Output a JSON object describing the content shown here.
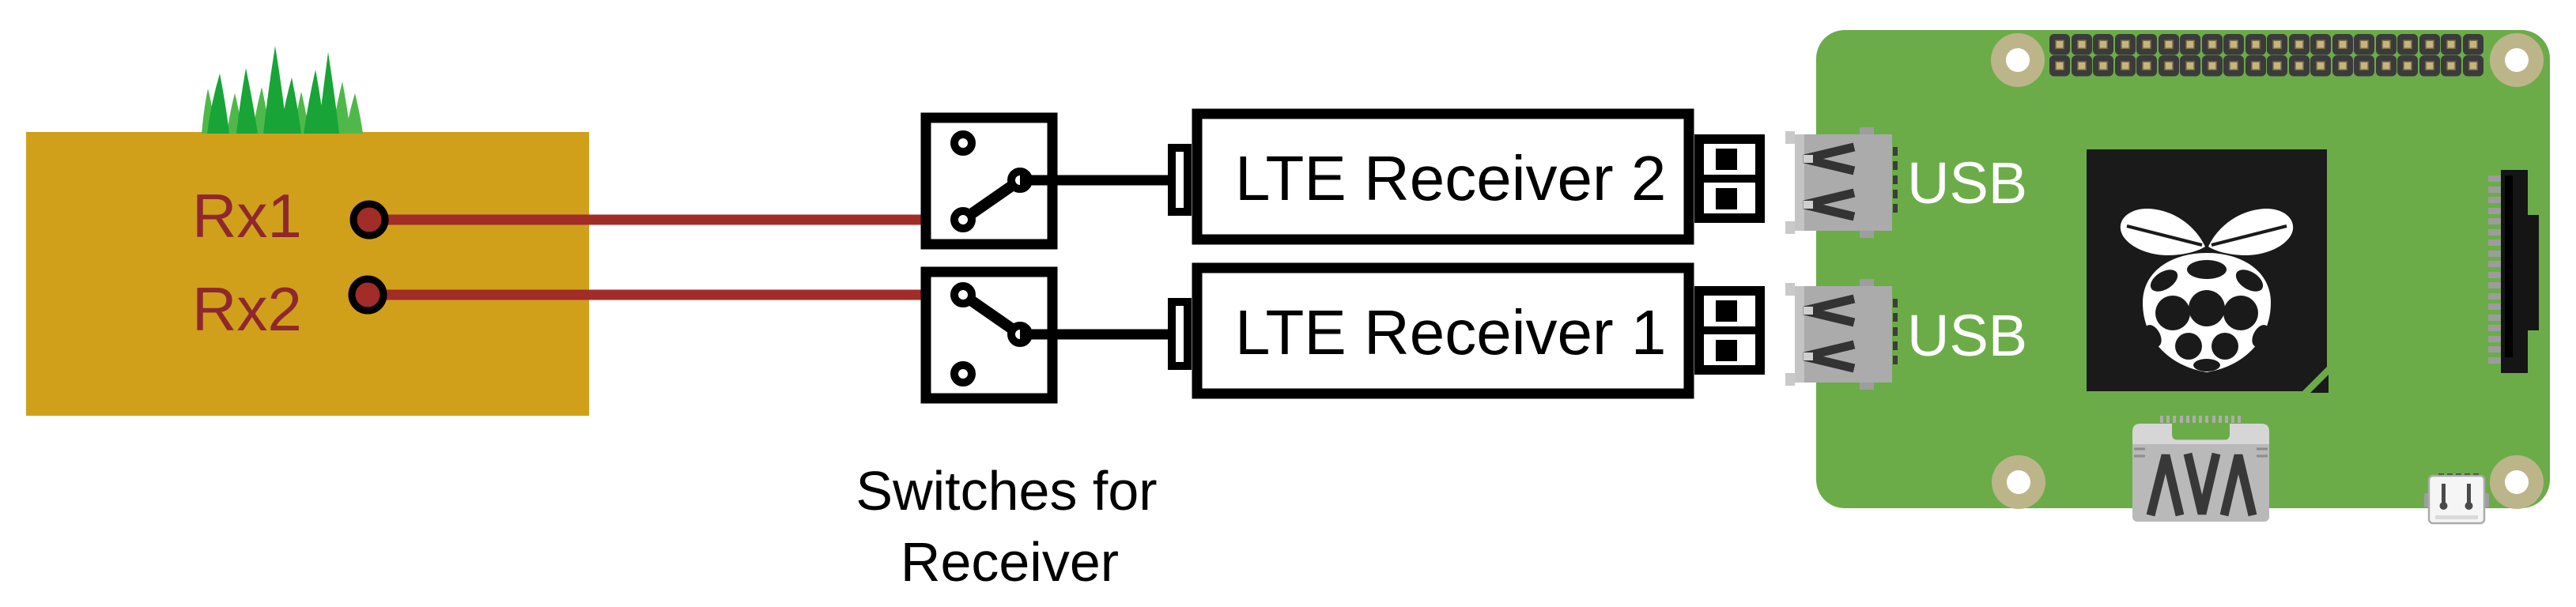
{
  "ground": {
    "label_rx1": "Rx1",
    "label_rx2": "Rx2"
  },
  "switches": {
    "caption_line1": "Switches for",
    "caption_line2": "Receiver"
  },
  "receivers": {
    "receiver2_label": "LTE Receiver 2",
    "receiver1_label": "LTE Receiver 1"
  },
  "raspberry_pi": {
    "usb_label_top": "USB",
    "usb_label_bottom": "USB",
    "logo_icon": "raspberry-pi-logo"
  },
  "colors": {
    "soil": "#D0A01B",
    "grass_dark": "#18A437",
    "grass_light": "#4EB94A",
    "wire_red": "#A12C28",
    "terminal_red": "#A12C28",
    "rx_text": "#8E282C",
    "board_green": "#6BAC49",
    "hole_ring": "#BDB58A",
    "chip_black": "#1A1A1A",
    "connector_gray": "#ABABAB",
    "wire_black": "#000000",
    "usb_text": "#FFFFFF"
  }
}
